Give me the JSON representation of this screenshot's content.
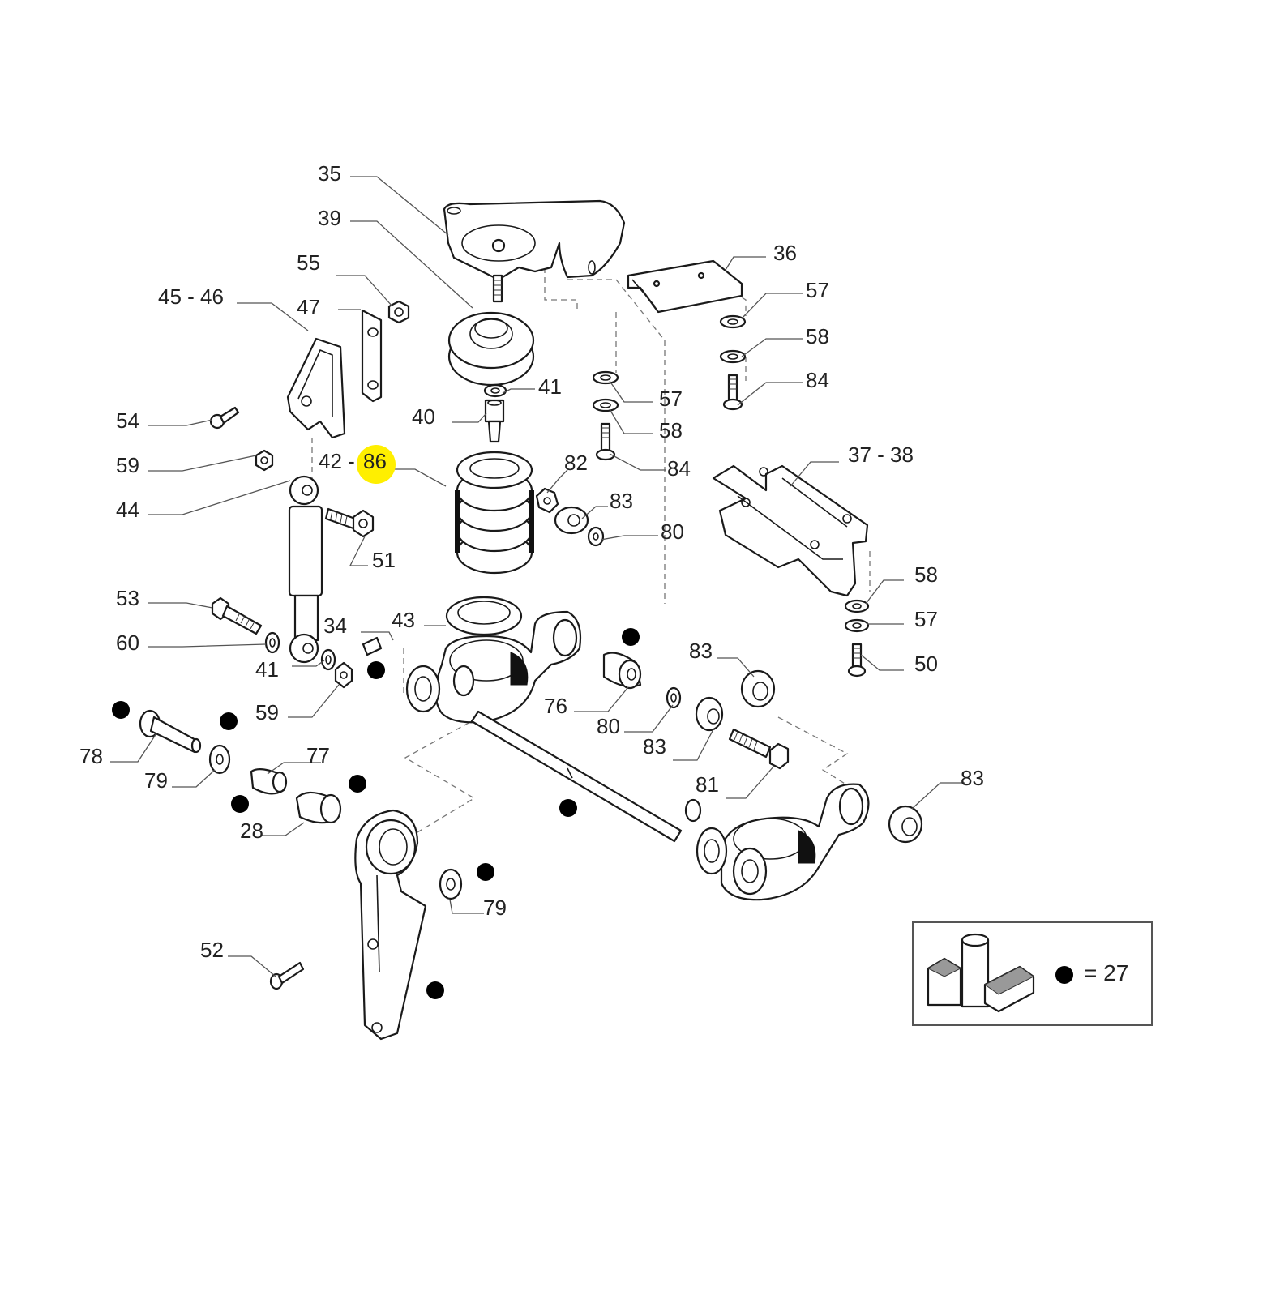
{
  "diagram": {
    "title": "Front suspension exploded parts diagram",
    "highlight_color": "#ffef00",
    "highlighted_part": "86",
    "callouts": [
      {
        "id": "c35",
        "label": "35"
      },
      {
        "id": "c39",
        "label": "39"
      },
      {
        "id": "c55",
        "label": "55"
      },
      {
        "id": "c45_46",
        "label": "45 - 46"
      },
      {
        "id": "c47",
        "label": "47"
      },
      {
        "id": "c36",
        "label": "36"
      },
      {
        "id": "c57a",
        "label": "57"
      },
      {
        "id": "c58a",
        "label": "58"
      },
      {
        "id": "c84a",
        "label": "84"
      },
      {
        "id": "c41a",
        "label": "41"
      },
      {
        "id": "c40",
        "label": "40"
      },
      {
        "id": "c57b",
        "label": "57"
      },
      {
        "id": "c58b",
        "label": "58"
      },
      {
        "id": "c84b",
        "label": "84"
      },
      {
        "id": "c54",
        "label": "54"
      },
      {
        "id": "c59a",
        "label": "59"
      },
      {
        "id": "c42",
        "label": "42 -"
      },
      {
        "id": "c86",
        "label": "86"
      },
      {
        "id": "c82",
        "label": "82"
      },
      {
        "id": "c83a",
        "label": "83"
      },
      {
        "id": "c80a",
        "label": "80"
      },
      {
        "id": "c44",
        "label": "44"
      },
      {
        "id": "c51",
        "label": "51"
      },
      {
        "id": "c37_38",
        "label": "37 - 38"
      },
      {
        "id": "c53",
        "label": "53"
      },
      {
        "id": "c34",
        "label": "34"
      },
      {
        "id": "c43",
        "label": "43"
      },
      {
        "id": "c60",
        "label": "60"
      },
      {
        "id": "c41b",
        "label": "41"
      },
      {
        "id": "c59b",
        "label": "59"
      },
      {
        "id": "c58c",
        "label": "58"
      },
      {
        "id": "c57c",
        "label": "57"
      },
      {
        "id": "c50",
        "label": "50"
      },
      {
        "id": "c83b",
        "label": "83"
      },
      {
        "id": "c76",
        "label": "76"
      },
      {
        "id": "c80b",
        "label": "80"
      },
      {
        "id": "c83c",
        "label": "83"
      },
      {
        "id": "c81",
        "label": "81"
      },
      {
        "id": "c83d",
        "label": "83"
      },
      {
        "id": "c78",
        "label": "78"
      },
      {
        "id": "c79a",
        "label": "79"
      },
      {
        "id": "c77",
        "label": "77"
      },
      {
        "id": "c28",
        "label": "28"
      },
      {
        "id": "c79b",
        "label": "79"
      },
      {
        "id": "c52",
        "label": "52"
      }
    ],
    "legend": {
      "symbol": "filled-dot",
      "equals_text": "= 27",
      "icon": "grease-kit-icon"
    }
  }
}
